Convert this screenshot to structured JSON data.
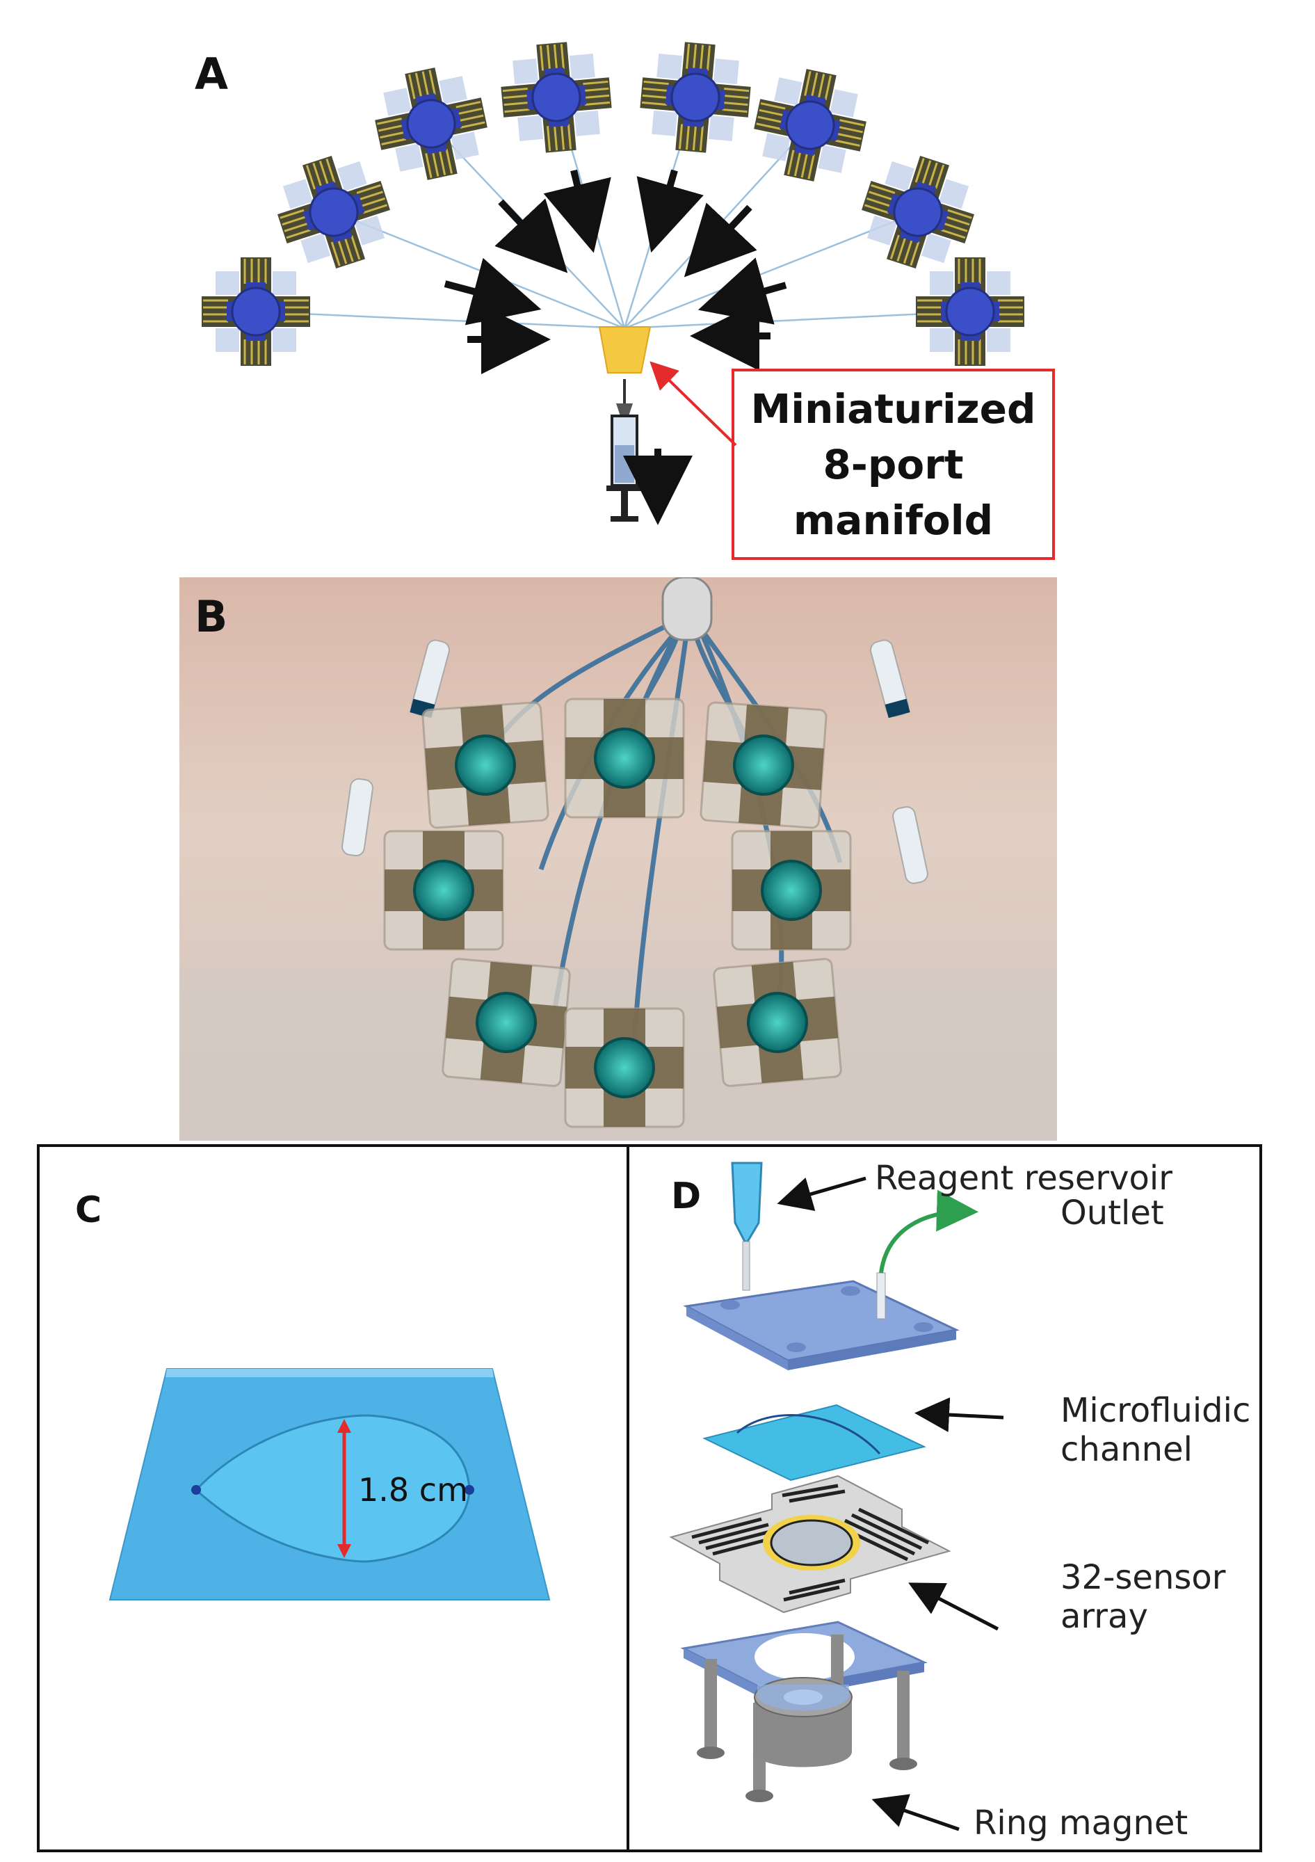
{
  "panels": {
    "a": {
      "label": "A",
      "callout": "Miniaturized\n8-port\nmanifold"
    },
    "b": {
      "label": "B"
    },
    "c": {
      "label": "C",
      "dimension": "1.8 cm"
    },
    "d": {
      "label": "D",
      "components": {
        "reagent_reservoir": "Reagent reservoir",
        "outlet": "Outlet",
        "microfluidic_channel": "Microfluidic\nchannel",
        "sensor_array": "32-sensor\narray",
        "ring_magnet": "Ring magnet"
      }
    }
  },
  "colors": {
    "device_blue": "#2f3fb0",
    "channel_cyan": "#4db8e8",
    "manifold_yellow": "#f5c842",
    "callout_red": "#e32b2b",
    "outlet_green": "#2e9e4f"
  }
}
